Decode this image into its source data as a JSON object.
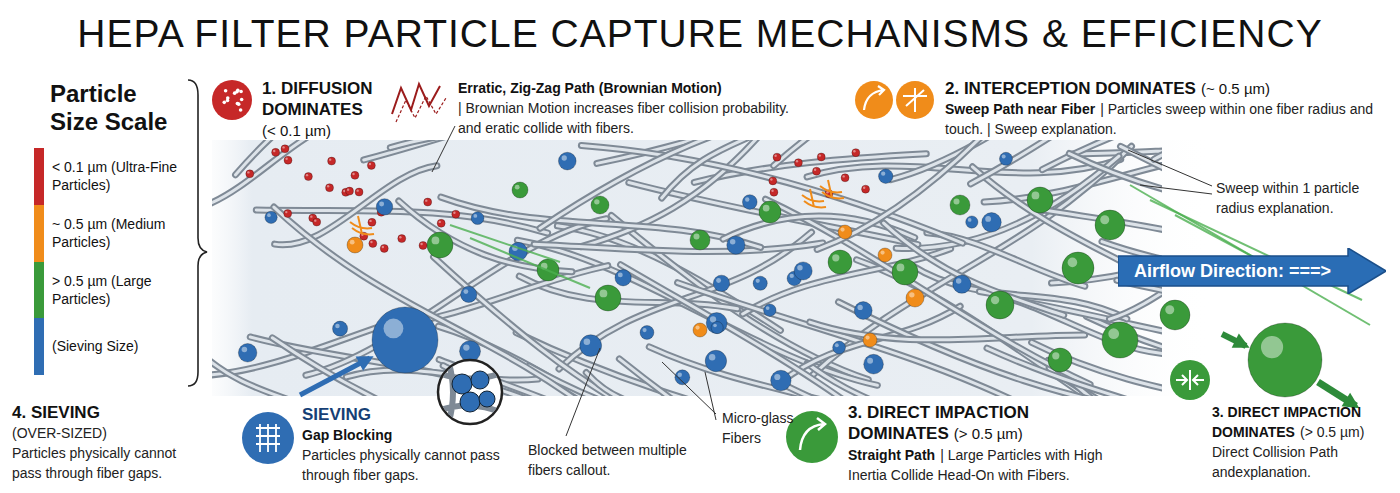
{
  "diagram": {
    "title": "HEPA FILTER PARTICLE CAPTURE MECHANISMS & EFFICIENCY",
    "nodes": [
      {
        "text": [
          "Airflow Direction: ===>"
        ]
      }
    ],
    "labels": [
      "Particle Size Scale",
      "1. DIFFUSION DOMINATES",
      "(< 0.1 µm)",
      "Erratic, Zig-Zag Path (Brownian Motion)",
      "| Brownian Motion increases fiber collision probability. and eratic collide with fibers.",
      "2. INTERCEPTION DOMINATES",
      "(~ 0.5 µm)",
      "Sweep Path near Fiber",
      "| Particles sweep within one fiber radius and touch. | Sweep explanation.",
      "Sweep within 1 particle radius explanation.",
      "4. SIEVING",
      "(OVER-SIZED)",
      "Particles physically cannot pass through fiber gaps.",
      "SIEVING",
      "Gap Blocking",
      "Particles physically cannot pass through fiber gaps.",
      "Blocked between multiple fibers callout.",
      "Micro-glass Fibers",
      "3. DIRECT IMPACTION DOMINATES",
      "(> 0.5 µm)",
      "Straight Path",
      "| Large Particles with High Inertia Collide Head-On with Fibers.",
      "3. DIRECT IMPACTION DOMINATES",
      "(> 0.5 µm)",
      "Direct Collision Path andexplanation."
    ],
    "legend": [
      {
        "text": "< 0.1 µm (Ultra-Fine Particles)",
        "color": "#c62828"
      },
      {
        "text": "~ 0.5 µm (Medium Particles)",
        "color": "#f08c1a"
      },
      {
        "text": "> 0.5 µm (Large Particles)",
        "color": "#3a9a3a"
      },
      {
        "text": "(Sieving Size)",
        "color": "#2f6db3"
      }
    ]
  }
}
